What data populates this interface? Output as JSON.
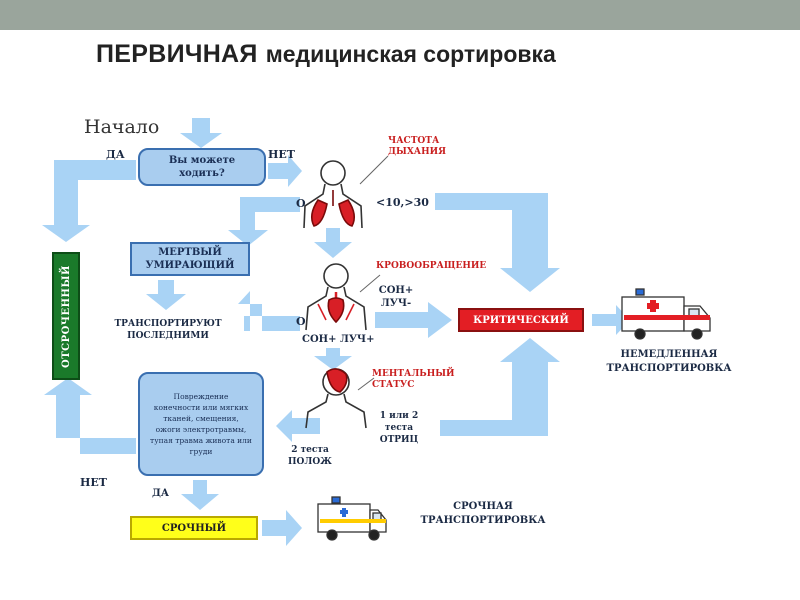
{
  "header": {
    "title_bold": "ПЕРВИЧНАЯ",
    "title_rest": "медицинская сортировка"
  },
  "flow": {
    "start": "Начало",
    "yes_top": "ДА",
    "no_top": "НЕТ",
    "walk_question": "Вы можете ходить?",
    "dead": "МЕРТВЫЙ УМИРАЮЩИЙ",
    "transported_last": "ТРАНСПОРТИРУЮТ ПОСЛЕДНИМИ",
    "delayed": "ОТСРОЧЕННЫЙ",
    "resp_rate": "ЧАСТОТА ДЫХАНИЯ",
    "resp_zero": "О",
    "resp_range": "<10,>30",
    "circulation": "КРОВООБРАЩЕНИЕ",
    "circ_zero": "О",
    "son_plus_luch_minus": "СОН+ ЛУЧ-",
    "son_plus_luch_plus": "СОН+ ЛУЧ+",
    "critical": "КРИТИЧЕСКИЙ",
    "immediate": "НЕМЕДЛЕННАЯ ТРАНСПОРТИРОВКА",
    "mental": "МЕНТАЛЬНЫЙ СТАТУС",
    "tests_negative": "1 или 2 теста ОТРИЦ",
    "tests_positive": "2 теста ПОЛОЖ",
    "injury_box": "Повреждение конечности или мягких тканей, смещения, ожоги электротравмы, тупая травма живота или груди",
    "no_bottom": "НЕТ",
    "yes_bottom": "ДА",
    "urgent": "СРОЧНЫЙ",
    "urgent_transport": "СРОЧНАЯ ТРАНСПОРТИРОВКА"
  },
  "colors": {
    "arrow": "#a9d3f5",
    "box_blue": "#a9cdef",
    "critical_red": "#e31e24",
    "urgent_yellow": "#ffff1a",
    "delayed_green": "#1a7a2a"
  }
}
